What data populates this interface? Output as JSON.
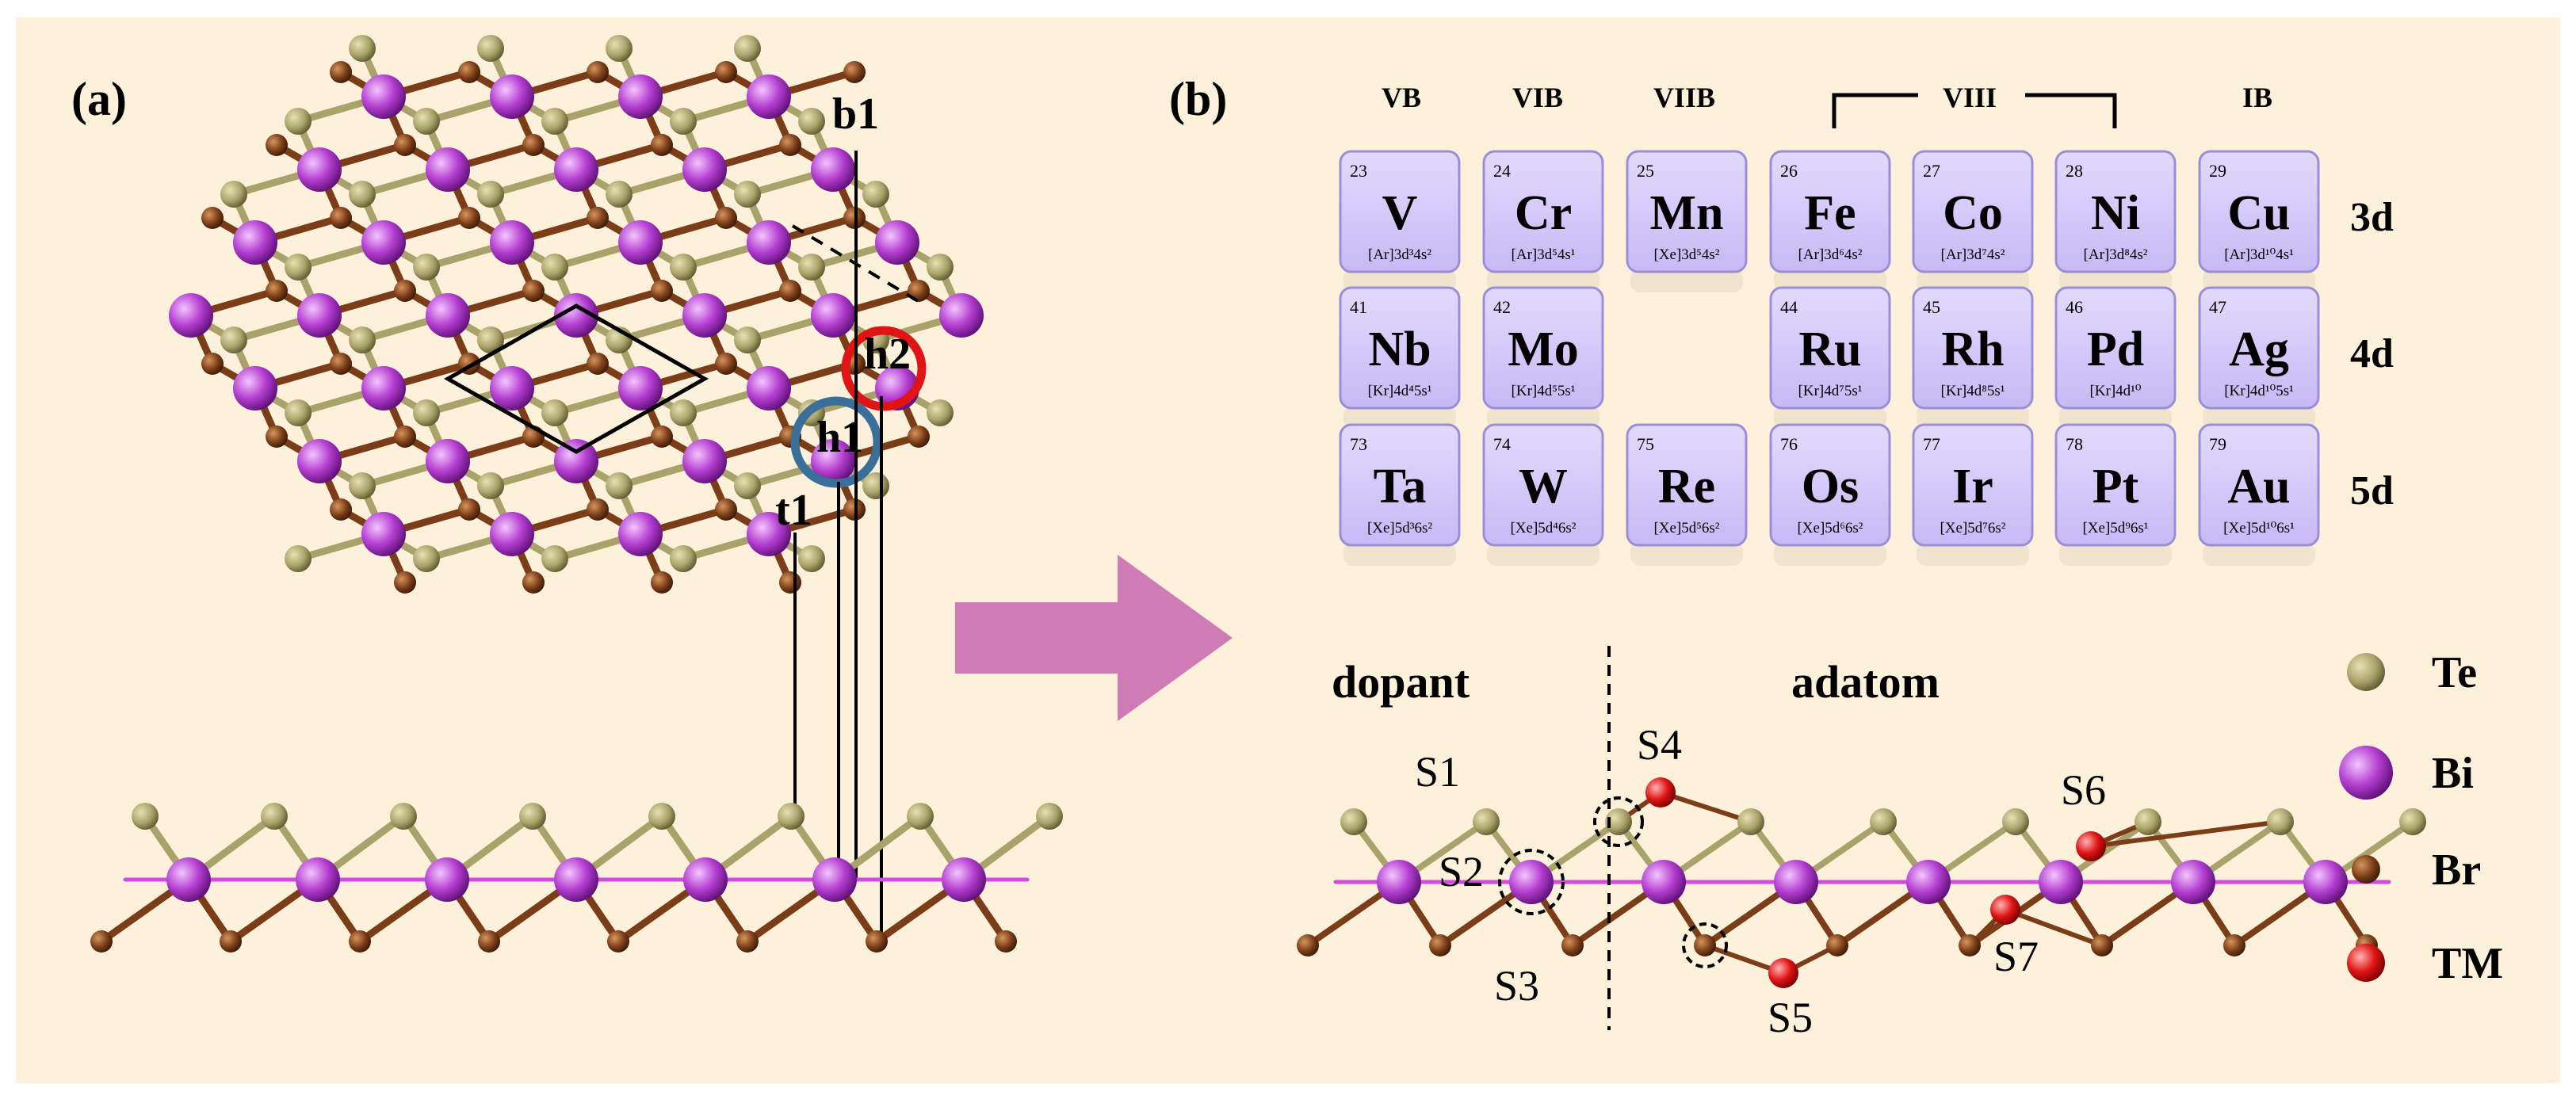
{
  "colors": {
    "background": "#fdf1dc",
    "te": "#a9a26a",
    "bi": "#b43ed0",
    "br": "#7b3d17",
    "tm": "#e01515",
    "bond_pink": "#d24adf",
    "arrow": "#cf7cb6",
    "tile": "#d3c7fa",
    "tile_border": "#9b8ed8",
    "h1_circle": "#3a6f9a",
    "h2_circle": "#e01414"
  },
  "panel_a": {
    "label": "(a)",
    "site_b1": "b1",
    "site_h1": "h1",
    "site_h2": "h2",
    "site_t1": "t1"
  },
  "panel_b": {
    "label": "(b)",
    "groups": [
      "VB",
      "VIB",
      "VIIB",
      "VIII",
      "IB"
    ],
    "periods": [
      "3d",
      "4d",
      "5d"
    ],
    "elements": [
      {
        "num": "23",
        "sym": "V",
        "cfg": "[Ar]3d³4s²",
        "row": 0,
        "col": 0
      },
      {
        "num": "24",
        "sym": "Cr",
        "cfg": "[Ar]3d⁵4s¹",
        "row": 0,
        "col": 1
      },
      {
        "num": "25",
        "sym": "Mn",
        "cfg": "[Xe]3d⁵4s²",
        "row": 0,
        "col": 2
      },
      {
        "num": "26",
        "sym": "Fe",
        "cfg": "[Ar]3d⁶4s²",
        "row": 0,
        "col": 3
      },
      {
        "num": "27",
        "sym": "Co",
        "cfg": "[Ar]3d⁷4s²",
        "row": 0,
        "col": 4
      },
      {
        "num": "28",
        "sym": "Ni",
        "cfg": "[Ar]3d⁸4s²",
        "row": 0,
        "col": 5
      },
      {
        "num": "29",
        "sym": "Cu",
        "cfg": "[Ar]3d¹⁰4s¹",
        "row": 0,
        "col": 6
      },
      {
        "num": "41",
        "sym": "Nb",
        "cfg": "[Kr]4d⁴5s¹",
        "row": 1,
        "col": 0
      },
      {
        "num": "42",
        "sym": "Mo",
        "cfg": "[Kr]4d⁵5s¹",
        "row": 1,
        "col": 1
      },
      {
        "num": "44",
        "sym": "Ru",
        "cfg": "[Kr]4d⁷5s¹",
        "row": 1,
        "col": 3
      },
      {
        "num": "45",
        "sym": "Rh",
        "cfg": "[Kr]4d⁸5s¹",
        "row": 1,
        "col": 4
      },
      {
        "num": "46",
        "sym": "Pd",
        "cfg": "[Kr]4d¹⁰",
        "row": 1,
        "col": 5
      },
      {
        "num": "47",
        "sym": "Ag",
        "cfg": "[Kr]4d¹⁰5s¹",
        "row": 1,
        "col": 6
      },
      {
        "num": "73",
        "sym": "Ta",
        "cfg": "[Xe]5d³6s²",
        "row": 2,
        "col": 0
      },
      {
        "num": "74",
        "sym": "W",
        "cfg": "[Xe]5d⁴6s²",
        "row": 2,
        "col": 1
      },
      {
        "num": "75",
        "sym": "Re",
        "cfg": "[Xe]5d⁵6s²",
        "row": 2,
        "col": 2
      },
      {
        "num": "76",
        "sym": "Os",
        "cfg": "[Xe]5d⁶6s²",
        "row": 2,
        "col": 3
      },
      {
        "num": "77",
        "sym": "Ir",
        "cfg": "[Xe]5d⁷6s²",
        "row": 2,
        "col": 4
      },
      {
        "num": "78",
        "sym": "Pt",
        "cfg": "[Xe]5d⁹6s¹",
        "row": 2,
        "col": 5
      },
      {
        "num": "79",
        "sym": "Au",
        "cfg": "[Xe]5d¹⁰6s¹",
        "row": 2,
        "col": 6
      }
    ],
    "dopant_label": "dopant",
    "adatom_label": "adatom",
    "sites": [
      "S1",
      "S2",
      "S3",
      "S4",
      "S5",
      "S6",
      "S7"
    ]
  },
  "legend": [
    {
      "label": "Te",
      "color_key": "te"
    },
    {
      "label": "Bi",
      "color_key": "bi"
    },
    {
      "label": "Br",
      "color_key": "br"
    },
    {
      "label": "TM",
      "color_key": "tm"
    }
  ]
}
